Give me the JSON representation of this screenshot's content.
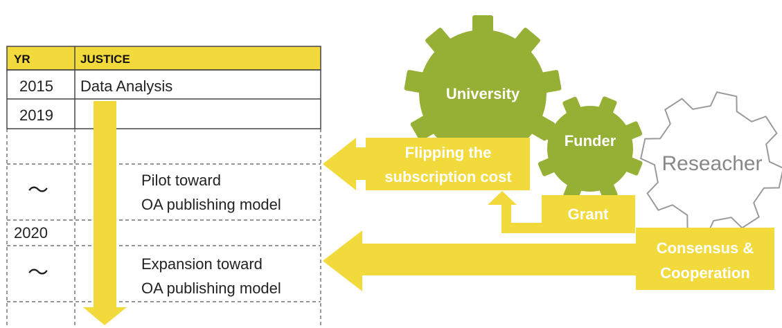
{
  "table": {
    "header": {
      "yr": "YR",
      "justice": "JUSTICE"
    },
    "rows": [
      {
        "yr": "2015",
        "text": "Data Analysis"
      },
      {
        "yr": "2019",
        "text": ""
      },
      {
        "yr": "",
        "text": ""
      },
      {
        "yr": "～",
        "text": "Pilot toward",
        "text2": "OA publishing model"
      },
      {
        "yr": "2020",
        "text": ""
      },
      {
        "yr": "～",
        "text": "Expansion toward",
        "text2": "OA publishing model"
      },
      {
        "yr": "",
        "text": ""
      }
    ]
  },
  "gears": {
    "university": "University",
    "funder": "Funder",
    "researcher": "Reseacher"
  },
  "boxes": {
    "flipping_line1": "Flipping the",
    "flipping_line2": "subscription cost",
    "grant": "Grant",
    "consensus_line1": "Consensus &",
    "consensus_line2": "Cooperation"
  },
  "colors": {
    "yellow": "#F3DA3C",
    "gear_green": "#96B035",
    "researcher_gray": "#9A9A9A"
  }
}
